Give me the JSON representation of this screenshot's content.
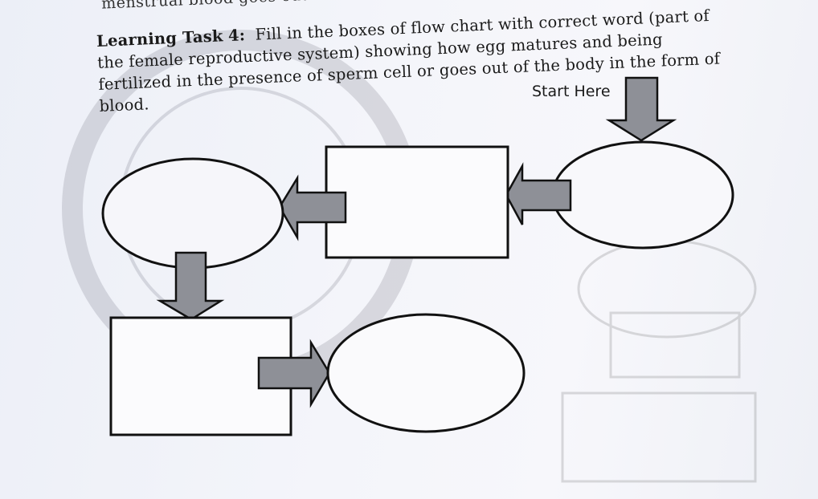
{
  "header": {
    "cut_off_line": "menstrual blood goes out."
  },
  "task": {
    "label": "Learning Task",
    "number": "4:",
    "instruction": "Fill in the boxes of flow chart with correct word (part of the female reproductive system) showing how egg matures and being fertilized in the presence of sperm cell or goes out of the body in the form of blood."
  },
  "flowchart": {
    "start_label": "Start Here",
    "nodes": [
      {
        "id": "node-1",
        "shape": "ellipse",
        "answer": ""
      },
      {
        "id": "node-2",
        "shape": "rectangle",
        "answer": ""
      },
      {
        "id": "node-3",
        "shape": "ellipse",
        "answer": ""
      },
      {
        "id": "node-4",
        "shape": "rectangle",
        "answer": ""
      },
      {
        "id": "node-5",
        "shape": "ellipse",
        "answer": ""
      }
    ],
    "arrow_color": "#8e9097",
    "outline_color": "#111111"
  }
}
